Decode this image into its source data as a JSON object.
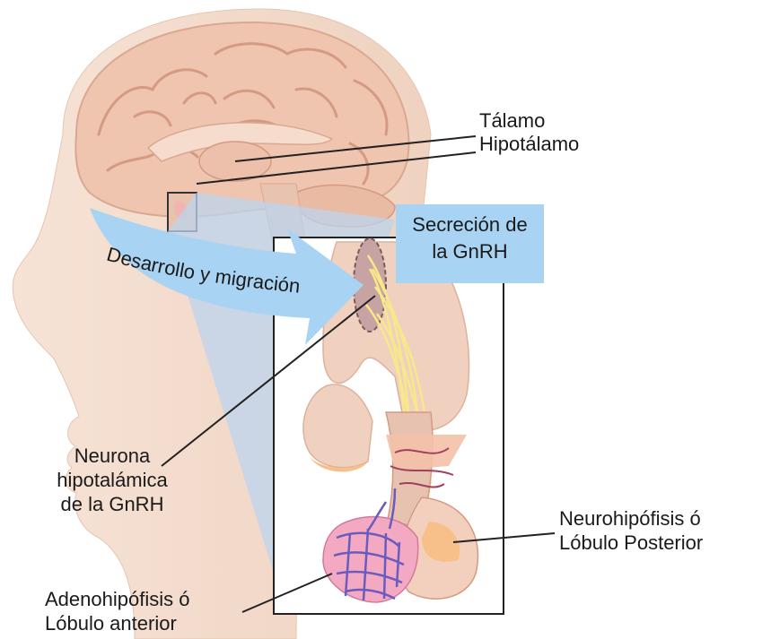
{
  "labels": {
    "talamo": "Tálamo",
    "hipotalamo": "Hipotálamo",
    "secrecion_line1": "Secreción de",
    "secrecion_line2": "la GnRH",
    "desarrollo": "Desarrollo y migración",
    "neurona_line1": "Neurona",
    "neurona_line2": "hipotalámica",
    "neurona_line3": "de la GnRH",
    "neurohipofisis_line1": "Neurohipófisis ó",
    "neurohipofisis_line2": "Lóbulo Posterior",
    "adenohipofisis_line1": "Adenohipófisis ó",
    "adenohipofisis_line2": "Lóbulo anterior"
  },
  "colors": {
    "skin": "#f3d9c9",
    "brain": "#efc9b5",
    "arrow": "#a9d3f2",
    "highlight_cone": "#bcd4ee",
    "neuron_fiber": "#f7e98a",
    "posterior_lobe": "#f7c08a",
    "anterior_lobe": "#f0a0c0",
    "capillaries": "#6a5bbf"
  }
}
